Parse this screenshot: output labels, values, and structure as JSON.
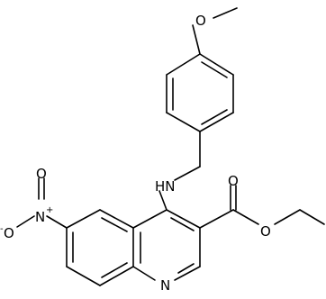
{
  "atoms": {
    "methoxy_o": "O",
    "amine": "HN",
    "nitro_n": "N",
    "nitro_plus": "+",
    "nitro_o_double": "O",
    "nitro_o_single": "O",
    "nitro_minus": "-",
    "ester_o_double": "O",
    "ester_o_single": "O",
    "ring_n": "N"
  }
}
